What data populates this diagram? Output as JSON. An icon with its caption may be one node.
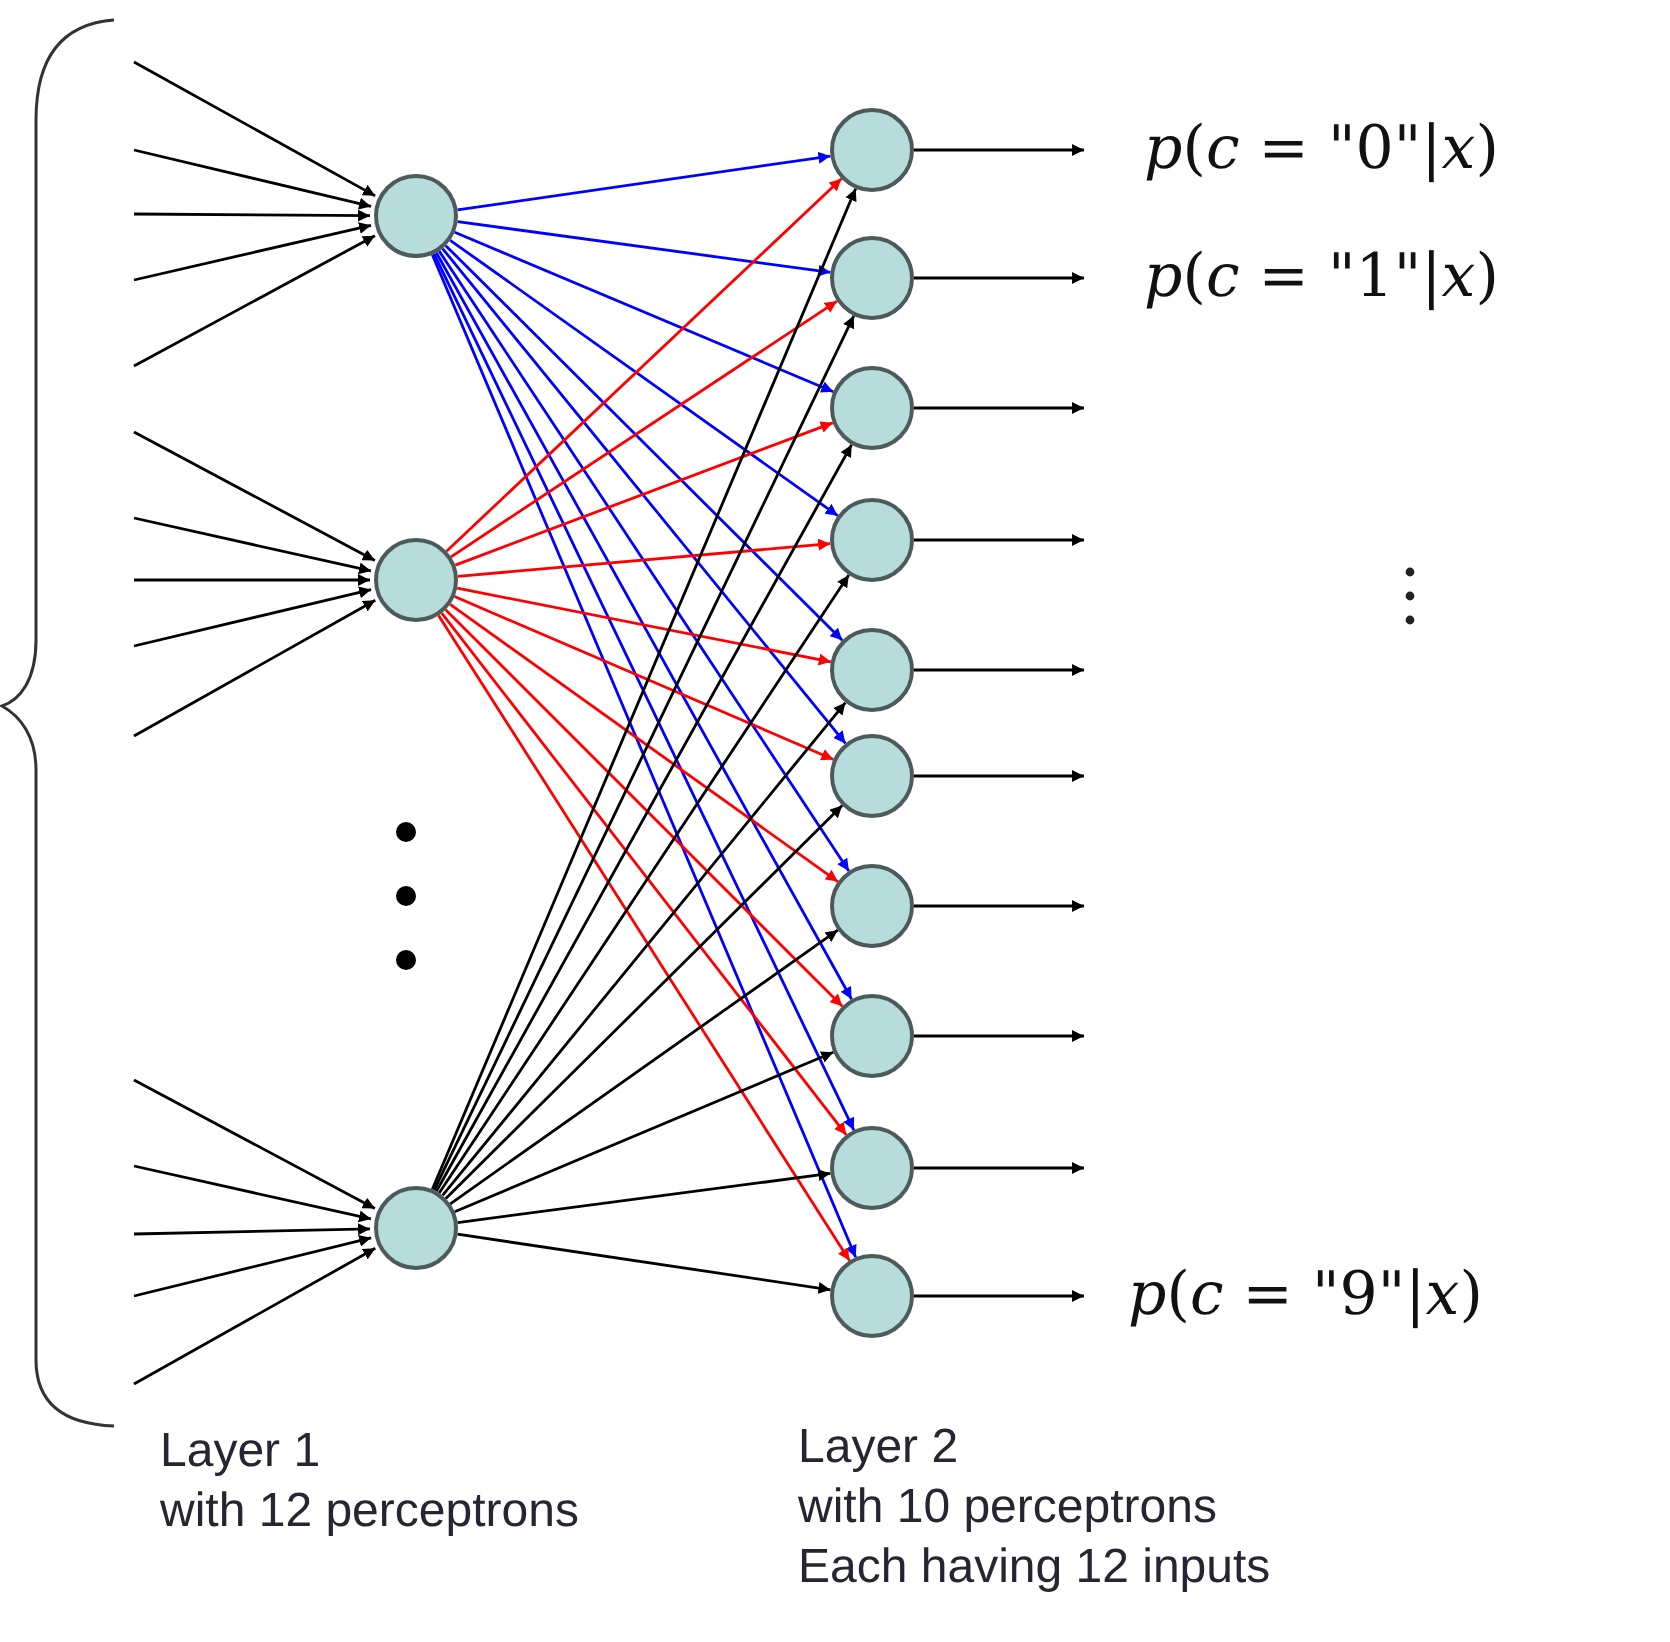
{
  "diagram": {
    "nodes": [
      {
        "text": [],
        "shape": "circle"
      },
      {
        "text": [],
        "shape": "circle"
      },
      {
        "text": [],
        "shape": "circle"
      },
      {
        "text": [],
        "shape": "circle"
      },
      {
        "text": [],
        "shape": "circle"
      },
      {
        "text": [],
        "shape": "circle"
      },
      {
        "text": [],
        "shape": "circle"
      },
      {
        "text": [],
        "shape": "circle"
      },
      {
        "text": [],
        "shape": "circle"
      },
      {
        "text": [],
        "shape": "circle"
      },
      {
        "text": [],
        "shape": "circle"
      },
      {
        "text": [],
        "shape": "circle"
      },
      {
        "text": [],
        "shape": "circle"
      },
      {
        "text": [
          "*p*(*c* = \"0\"|*x*)"
        ]
      },
      {
        "text": [
          "*p*(*c* = \"1\"|*x*)"
        ]
      },
      {
        "text": [
          "*p*(*c* = \"9\"|*x*)"
        ]
      }
    ],
    "edges": [
      {
        "from": null,
        "to": 0,
        "arrow": "to"
      },
      {
        "from": null,
        "to": 0,
        "arrow": "to"
      },
      {
        "from": null,
        "to": 0,
        "arrow": "to"
      },
      {
        "from": null,
        "to": 0,
        "arrow": "to"
      },
      {
        "from": null,
        "to": 0,
        "arrow": "to"
      },
      {
        "from": null,
        "to": 1,
        "arrow": "to"
      },
      {
        "from": null,
        "to": 1,
        "arrow": "to"
      },
      {
        "from": null,
        "to": 1,
        "arrow": "to"
      },
      {
        "from": null,
        "to": 1,
        "arrow": "to"
      },
      {
        "from": null,
        "to": 1,
        "arrow": "to"
      },
      {
        "from": null,
        "to": 2,
        "arrow": "to"
      },
      {
        "from": null,
        "to": 2,
        "arrow": "to"
      },
      {
        "from": null,
        "to": 2,
        "arrow": "to"
      },
      {
        "from": null,
        "to": 2,
        "arrow": "to"
      },
      {
        "from": null,
        "to": 2,
        "arrow": "to"
      },
      {
        "from": 0,
        "to": 3,
        "arrow": "to",
        "color": "#0000ff"
      },
      {
        "from": 0,
        "to": 4,
        "arrow": "to",
        "color": "#0000ff"
      },
      {
        "from": 0,
        "to": 5,
        "arrow": "to",
        "color": "#0000ff"
      },
      {
        "from": 0,
        "to": 6,
        "arrow": "to",
        "color": "#0000ff"
      },
      {
        "from": 0,
        "to": 7,
        "arrow": "to",
        "color": "#0000ff"
      },
      {
        "from": 0,
        "to": 8,
        "arrow": "to",
        "color": "#0000ff"
      },
      {
        "from": 0,
        "to": 9,
        "arrow": "to",
        "color": "#0000ff"
      },
      {
        "from": 0,
        "to": 10,
        "arrow": "to",
        "color": "#0000ff"
      },
      {
        "from": 0,
        "to": 11,
        "arrow": "to",
        "color": "#0000ff"
      },
      {
        "from": 0,
        "to": 12,
        "arrow": "to",
        "color": "#0000ff"
      },
      {
        "from": 1,
        "to": 3,
        "arrow": "to",
        "color": "#ff0000"
      },
      {
        "from": 1,
        "to": 4,
        "arrow": "to",
        "color": "#ff0000"
      },
      {
        "from": 1,
        "to": 5,
        "arrow": "to",
        "color": "#ff0000"
      },
      {
        "from": 1,
        "to": 6,
        "arrow": "to",
        "color": "#ff0000"
      },
      {
        "from": 1,
        "to": 7,
        "arrow": "to",
        "color": "#ff0000"
      },
      {
        "from": 1,
        "to": 8,
        "arrow": "to",
        "color": "#ff0000"
      },
      {
        "from": 1,
        "to": 9,
        "arrow": "to",
        "color": "#ff0000"
      },
      {
        "from": 1,
        "to": 10,
        "arrow": "to",
        "color": "#ff0000"
      },
      {
        "from": 1,
        "to": 11,
        "arrow": "to",
        "color": "#ff0000"
      },
      {
        "from": 1,
        "to": 12,
        "arrow": "to",
        "color": "#ff0000"
      },
      {
        "from": 2,
        "to": 3,
        "arrow": "to"
      },
      {
        "from": 2,
        "to": 4,
        "arrow": "to"
      },
      {
        "from": 2,
        "to": 5,
        "arrow": "to"
      },
      {
        "from": 2,
        "to": 6,
        "arrow": "to"
      },
      {
        "from": 2,
        "to": 7,
        "arrow": "to"
      },
      {
        "from": 2,
        "to": 8,
        "arrow": "to"
      },
      {
        "from": 2,
        "to": 9,
        "arrow": "to"
      },
      {
        "from": 2,
        "to": 10,
        "arrow": "to"
      },
      {
        "from": 2,
        "to": 11,
        "arrow": "to"
      },
      {
        "from": 2,
        "to": 12,
        "arrow": "to"
      },
      {
        "from": 3,
        "to": 13,
        "arrow": "to"
      },
      {
        "from": 4,
        "to": 14,
        "arrow": "to"
      },
      {
        "from": 5,
        "to": null,
        "arrow": "to"
      },
      {
        "from": 6,
        "to": null,
        "arrow": "to"
      },
      {
        "from": 7,
        "to": null,
        "arrow": "to"
      },
      {
        "from": 8,
        "to": null,
        "arrow": "to"
      },
      {
        "from": 9,
        "to": null,
        "arrow": "to"
      },
      {
        "from": 10,
        "to": null,
        "arrow": "to"
      },
      {
        "from": 11,
        "to": null,
        "arrow": "to"
      },
      {
        "from": 12,
        "to": 15,
        "arrow": "to"
      }
    ],
    "labels": [
      "Layer 1",
      "with 12 perceptrons",
      "Layer 2",
      "with 10 perceptrons",
      "Each having 12 inputs"
    ]
  }
}
